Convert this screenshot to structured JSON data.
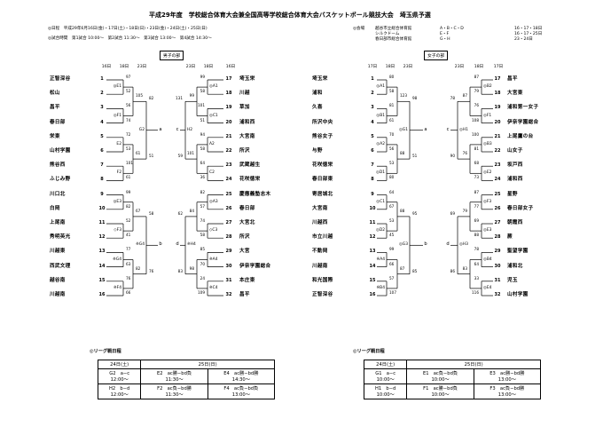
{
  "header": {
    "title": "平成29年度　学校総合体育大会兼全国高等学校総合体育大会バスケットボール競技大会　埼玉県予選",
    "dates": "◎日程　平成29年6月16日(金)・17日(土)・18日(日)・23日(金)・24日(土)・25日(日)",
    "times": "◎試合時間　第1試合 10:00～　第2試合 11:30～　第3試合 13:00～　第4試合 14:30～",
    "venue_label": "◎会場",
    "venues": [
      {
        "name": "越谷市立総合体育館",
        "courts": "A・B・C・D",
        "days": "16・17・18日"
      },
      {
        "name": "シルクドーム",
        "courts": "E・F",
        "days": "16・17・25日"
      },
      {
        "name": "春日部市総合体育館",
        "courts": "G・H",
        "days": "23・24日"
      }
    ]
  },
  "boys": {
    "label": "男子の部",
    "dates": {
      "d16": "16日",
      "d18": "18日",
      "d23": "23日"
    },
    "left": [
      {
        "seed": "1",
        "name": "正智深谷"
      },
      {
        "seed": "2",
        "name": "松山"
      },
      {
        "seed": "3",
        "name": "昌平"
      },
      {
        "seed": "4",
        "name": "春日部"
      },
      {
        "seed": "5",
        "name": "栄東"
      },
      {
        "seed": "6",
        "name": "山村学園"
      },
      {
        "seed": "7",
        "name": "熊谷西"
      },
      {
        "seed": "8",
        "name": "ふじみ野"
      },
      {
        "seed": "9",
        "name": "川口北"
      },
      {
        "seed": "10",
        "name": "白岡"
      },
      {
        "seed": "11",
        "name": "上尾南"
      },
      {
        "seed": "12",
        "name": "秀明英光"
      },
      {
        "seed": "13",
        "name": "川越東"
      },
      {
        "seed": "14",
        "name": "西武文理"
      },
      {
        "seed": "15",
        "name": "越谷南"
      },
      {
        "seed": "16",
        "name": "川越南"
      }
    ],
    "right": [
      {
        "seed": "17",
        "name": "埼玉栄"
      },
      {
        "seed": "18",
        "name": "川越"
      },
      {
        "seed": "19",
        "name": "草加"
      },
      {
        "seed": "20",
        "name": "浦和西"
      },
      {
        "seed": "21",
        "name": "大宮南"
      },
      {
        "seed": "22",
        "name": "所沢"
      },
      {
        "seed": "23",
        "name": "武蔵越生"
      },
      {
        "seed": "24",
        "name": "花咲徳栄"
      },
      {
        "seed": "25",
        "name": "慶應義塾志木"
      },
      {
        "seed": "26",
        "name": "春日部"
      },
      {
        "seed": "27",
        "name": "大宮北"
      },
      {
        "seed": "28",
        "name": "所沢"
      },
      {
        "seed": "29",
        "name": "大宮"
      },
      {
        "seed": "30",
        "name": "伊奈学園総合"
      },
      {
        "seed": "31",
        "name": "本庄東"
      },
      {
        "seed": "32",
        "name": "昌平"
      }
    ],
    "l_codes": [
      "◎E1",
      "◎F1",
      "E2",
      "F2",
      "◎E3",
      "◇F3",
      "※G4",
      "※F4"
    ],
    "l_scores": [
      "97",
      "52",
      "56",
      "74",
      "72",
      "53",
      "101",
      "61",
      "99",
      "82",
      "52",
      "41",
      "77",
      "63",
      "76",
      "66"
    ],
    "l_q_scores": [
      "105",
      "61",
      "67",
      "82"
    ],
    "l_semi_codes": [
      "G2",
      "※G4"
    ],
    "l_semi_scores": [
      "82",
      "51",
      "58",
      "76"
    ],
    "r_codes": [
      "◎A1",
      "◎C1",
      "A2",
      "C2",
      "◎A3",
      "◇C3",
      "※A4",
      "※C4"
    ],
    "r_scores": [
      "99",
      "58",
      "101",
      "51",
      "94",
      "58",
      "64",
      "36",
      "82",
      "57",
      "74",
      "58",
      "85",
      "70",
      "24",
      "109"
    ],
    "r_q_scores": [
      "99",
      "101",
      "84",
      "98"
    ],
    "r_semi_codes": [
      "H2",
      "※H4"
    ],
    "r_semi_scores": [
      "131",
      "59",
      "62",
      "83"
    ],
    "ac_tags": [
      "a",
      "c"
    ],
    "bd_tags": [
      "b",
      "d"
    ]
  },
  "girls": {
    "label": "女子の部",
    "dates": {
      "d17": "17日",
      "d18": "18日",
      "d23": "23日"
    },
    "left": [
      {
        "seed": "1",
        "name": "埼玉栄"
      },
      {
        "seed": "2",
        "name": "浦和"
      },
      {
        "seed": "3",
        "name": "久喜"
      },
      {
        "seed": "4",
        "name": "所沢中央"
      },
      {
        "seed": "5",
        "name": "熊谷女子"
      },
      {
        "seed": "6",
        "name": "与野"
      },
      {
        "seed": "7",
        "name": "花咲徳栄"
      },
      {
        "seed": "8",
        "name": "春日部東"
      },
      {
        "seed": "9",
        "name": "寄居城北"
      },
      {
        "seed": "10",
        "name": "大宮南"
      },
      {
        "seed": "11",
        "name": "川越西"
      },
      {
        "seed": "12",
        "name": "市立川越"
      },
      {
        "seed": "13",
        "name": "不動岡"
      },
      {
        "seed": "14",
        "name": "川越南"
      },
      {
        "seed": "15",
        "name": "和光国際"
      },
      {
        "seed": "16",
        "name": "正智深谷"
      }
    ],
    "right": [
      {
        "seed": "17",
        "name": "昌平"
      },
      {
        "seed": "18",
        "name": "大宮東"
      },
      {
        "seed": "19",
        "name": "浦和第一女子"
      },
      {
        "seed": "20",
        "name": "伊奈学園総合"
      },
      {
        "seed": "21",
        "name": "上尾鷹の台"
      },
      {
        "seed": "22",
        "name": "山女子"
      },
      {
        "seed": "23",
        "name": "坂戸西"
      },
      {
        "seed": "24",
        "name": "浦和西"
      },
      {
        "seed": "25",
        "name": "星野"
      },
      {
        "seed": "26",
        "name": "春日部女子"
      },
      {
        "seed": "27",
        "name": "朝霞西"
      },
      {
        "seed": "28",
        "name": "蕨"
      },
      {
        "seed": "29",
        "name": "聖望学園"
      },
      {
        "seed": "30",
        "name": "浦和北"
      },
      {
        "seed": "31",
        "name": "児玉"
      },
      {
        "seed": "32",
        "name": "山村学園"
      }
    ],
    "l_codes": [
      "◎A1",
      "◎B1",
      "◎A2",
      "◎D1",
      "◎C1",
      "◎D2",
      "※A4",
      "※B4"
    ],
    "l_scores": [
      "80",
      "58",
      "81",
      "61",
      "70",
      "56",
      "53",
      "80",
      "64",
      "67",
      "53",
      "45",
      "99",
      "66",
      "57",
      "107"
    ],
    "l_q_scores": [
      "123",
      "88",
      "88",
      "87"
    ],
    "l_semi_codes": [
      "◎G1",
      "◎G3"
    ],
    "l_semi_scores": [
      "98",
      "51",
      "95",
      "85"
    ],
    "r_codes": [
      "◎B2",
      "◎F1",
      "◎B3",
      "◎E2",
      "◎F3",
      "◎E3",
      "◎B4",
      "◎E4"
    ],
    "r_scores": [
      "87",
      "79",
      "76",
      "108",
      "100",
      "81",
      "68",
      "73",
      "87",
      "77",
      "69",
      "88",
      "78",
      "64",
      "33",
      "116"
    ],
    "r_q_scores": [
      "87",
      "76",
      "79",
      "83"
    ],
    "r_semi_codes": [
      "◎H1",
      "◎H3"
    ],
    "r_semi_scores": [
      "78",
      "90",
      "69",
      "86"
    ],
    "ac_tags": [
      "a",
      "c"
    ],
    "bd_tags": [
      "b",
      "d"
    ]
  },
  "league": {
    "boys": {
      "title": "◎リーグ戦日程",
      "h24": "24日(土)",
      "h25": "25日(日)",
      "rows": [
        [
          "G2　a−c",
          "12:00～",
          "E2　ac勝−bd負",
          "11:30～",
          "E4　ac勝−bd勝",
          "14:30～"
        ],
        [
          "H2　b−d",
          "12:00～",
          "F2　ac負−bd勝",
          "11:30～",
          "F4　ac負−bd負",
          "13:00～"
        ]
      ]
    },
    "girls": {
      "title": "◎リーグ戦日程",
      "h24": "24日(土)",
      "h25": "25日(日)",
      "rows": [
        [
          "G1　a−c",
          "10:00～",
          "E1　ac負−bd負",
          "10:00～",
          "E3　ac勝−bd勝",
          "13:00～"
        ],
        [
          "H1　b−d",
          "10:00～",
          "F1　ac勝−bd負",
          "10:00～",
          "F3　ac負−bd勝",
          "13:00～"
        ]
      ]
    }
  }
}
